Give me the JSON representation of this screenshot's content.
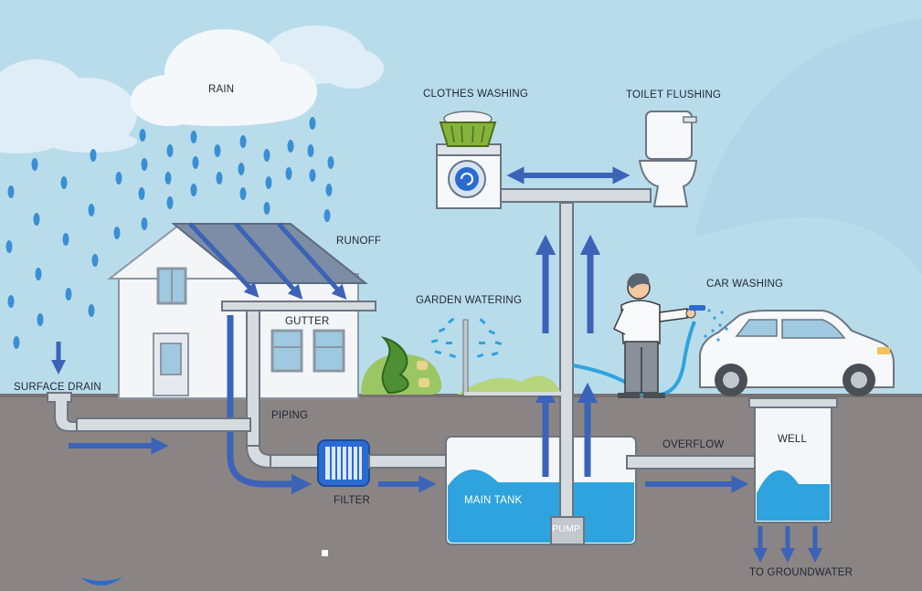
{
  "labels": {
    "rain": "RAIN",
    "runoff": "RUNOFF",
    "gutter": "GUTTER",
    "surface_drain": "SURFACE DRAIN",
    "piping": "PIPING",
    "filter": "FILTER",
    "main_tank": "MAIN TANK",
    "pump": "PUMP",
    "overflow": "OVERFLOW",
    "well": "WELL",
    "to_groundwater": "TO GROUNDWATER",
    "clothes_washing": "CLOTHES WASHING",
    "toilet_flushing": "TOILET FLUSHING",
    "garden_watering": "GARDEN WATERING",
    "car_washing": "CAR WASHING"
  },
  "colors": {
    "sky": "#b9dceb",
    "ground": "#8a8584",
    "ground_line": "#77716f",
    "water": "#2ea3dd",
    "arrow": "#3b63b7",
    "pipe": "#d6dbe0",
    "pipe_stroke": "#6b7580",
    "house_wall": "#f3f5f7",
    "roof": "#7e8da6",
    "cloud": "#f4f8fb",
    "drop": "#3a8fd4"
  }
}
